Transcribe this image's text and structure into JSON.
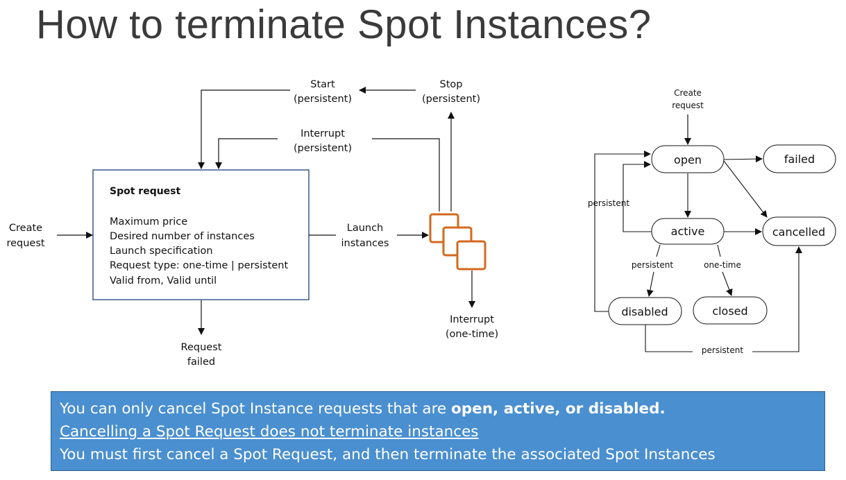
{
  "title": "How to terminate Spot Instances?",
  "left_diagram": {
    "create_request": [
      "Create",
      "request"
    ],
    "start": [
      "Start",
      "(persistent)"
    ],
    "stop": [
      "Stop",
      "(persistent)"
    ],
    "interrupt_persistent": [
      "Interrupt",
      "(persistent)"
    ],
    "launch_instances": [
      "Launch",
      "instances"
    ],
    "interrupt_one_time": [
      "Interrupt",
      "(one-time)"
    ],
    "request_failed": [
      "Request",
      "failed"
    ],
    "spot_request": {
      "heading": "Spot request",
      "lines": [
        "Maximum price",
        "Desired number of instances",
        "Launch specification",
        "Request type: one-time | persistent",
        "Valid from, Valid until"
      ]
    },
    "instance_color": "#d2691e"
  },
  "state_diagram": {
    "create_request": [
      "Create",
      "request"
    ],
    "states": {
      "open": "open",
      "failed": "failed",
      "active": "active",
      "cancelled": "cancelled",
      "disabled": "disabled",
      "closed": "closed"
    },
    "edge_labels": {
      "persistent_left": "persistent",
      "persistent_active": "persistent",
      "one_time": "one-time",
      "persistent_bottom": "persistent"
    }
  },
  "banner": {
    "line1_prefix": "You can only cancel Spot Instance requests that are ",
    "line1_bold": "open, active, or disabled.",
    "line2": "Cancelling a Spot Request does not terminate instances",
    "line3": "You must first cancel a Spot Request, and then terminate the associated Spot Instances",
    "background": "#4a8fd0"
  }
}
